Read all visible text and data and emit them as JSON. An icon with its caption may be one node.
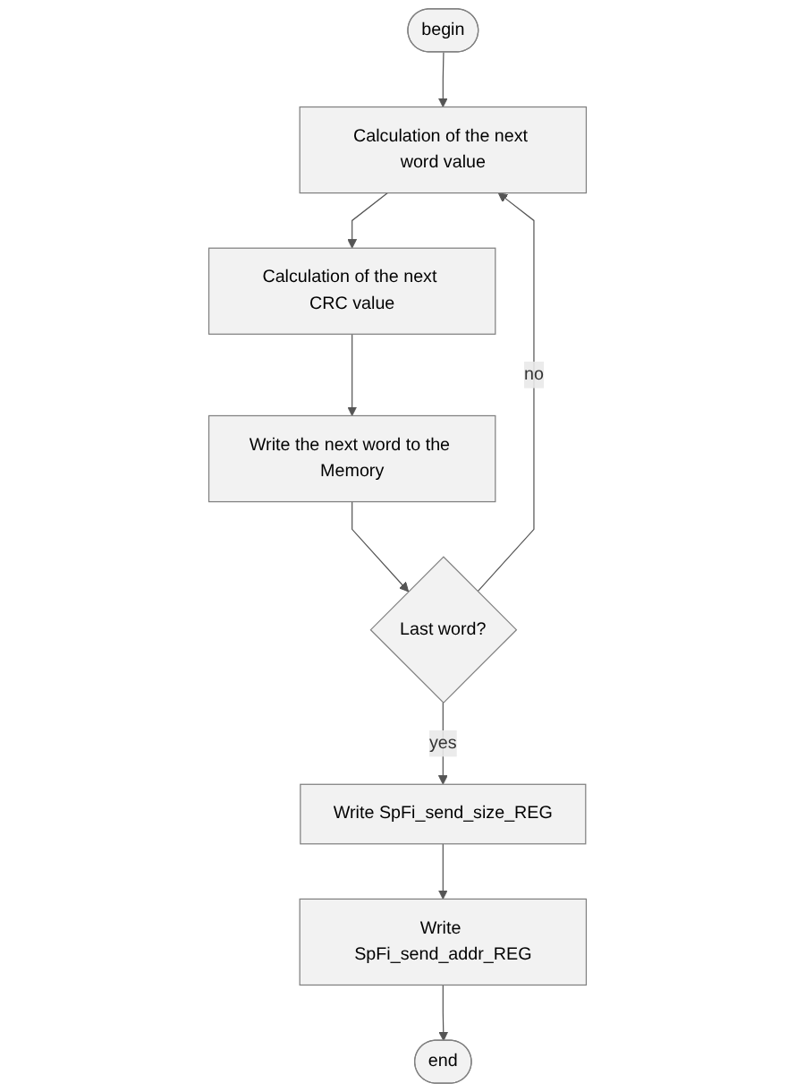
{
  "diagram": {
    "nodes": [
      {
        "text": [
          "begin"
        ]
      },
      {
        "text": [
          "Calculation of the next word value"
        ]
      },
      {
        "text": [
          "Calculation of the next CRC value"
        ]
      },
      {
        "text": [
          "Write the next word to the Memory"
        ]
      },
      {
        "text": [
          "Last word?"
        ]
      },
      {
        "text": [
          "Write SpFi_send_size_REG"
        ]
      },
      {
        "text": [
          "Write SpFi_send_addr_REG"
        ]
      },
      {
        "text": [
          "end"
        ]
      }
    ],
    "edges": [
      {
        "from": 0,
        "to": 1,
        "arrow": "to"
      },
      {
        "from": 1,
        "to": 2,
        "arrow": "to"
      },
      {
        "from": 2,
        "to": 3,
        "arrow": "to"
      },
      {
        "from": 3,
        "to": 4,
        "arrow": "to"
      },
      {
        "from": 4,
        "to": 1,
        "arrow": "to",
        "label": "no"
      },
      {
        "from": 4,
        "to": 5,
        "arrow": "to",
        "label": "yes"
      },
      {
        "from": 5,
        "to": 6,
        "arrow": "to"
      },
      {
        "from": 6,
        "to": 7,
        "arrow": "to"
      }
    ]
  }
}
